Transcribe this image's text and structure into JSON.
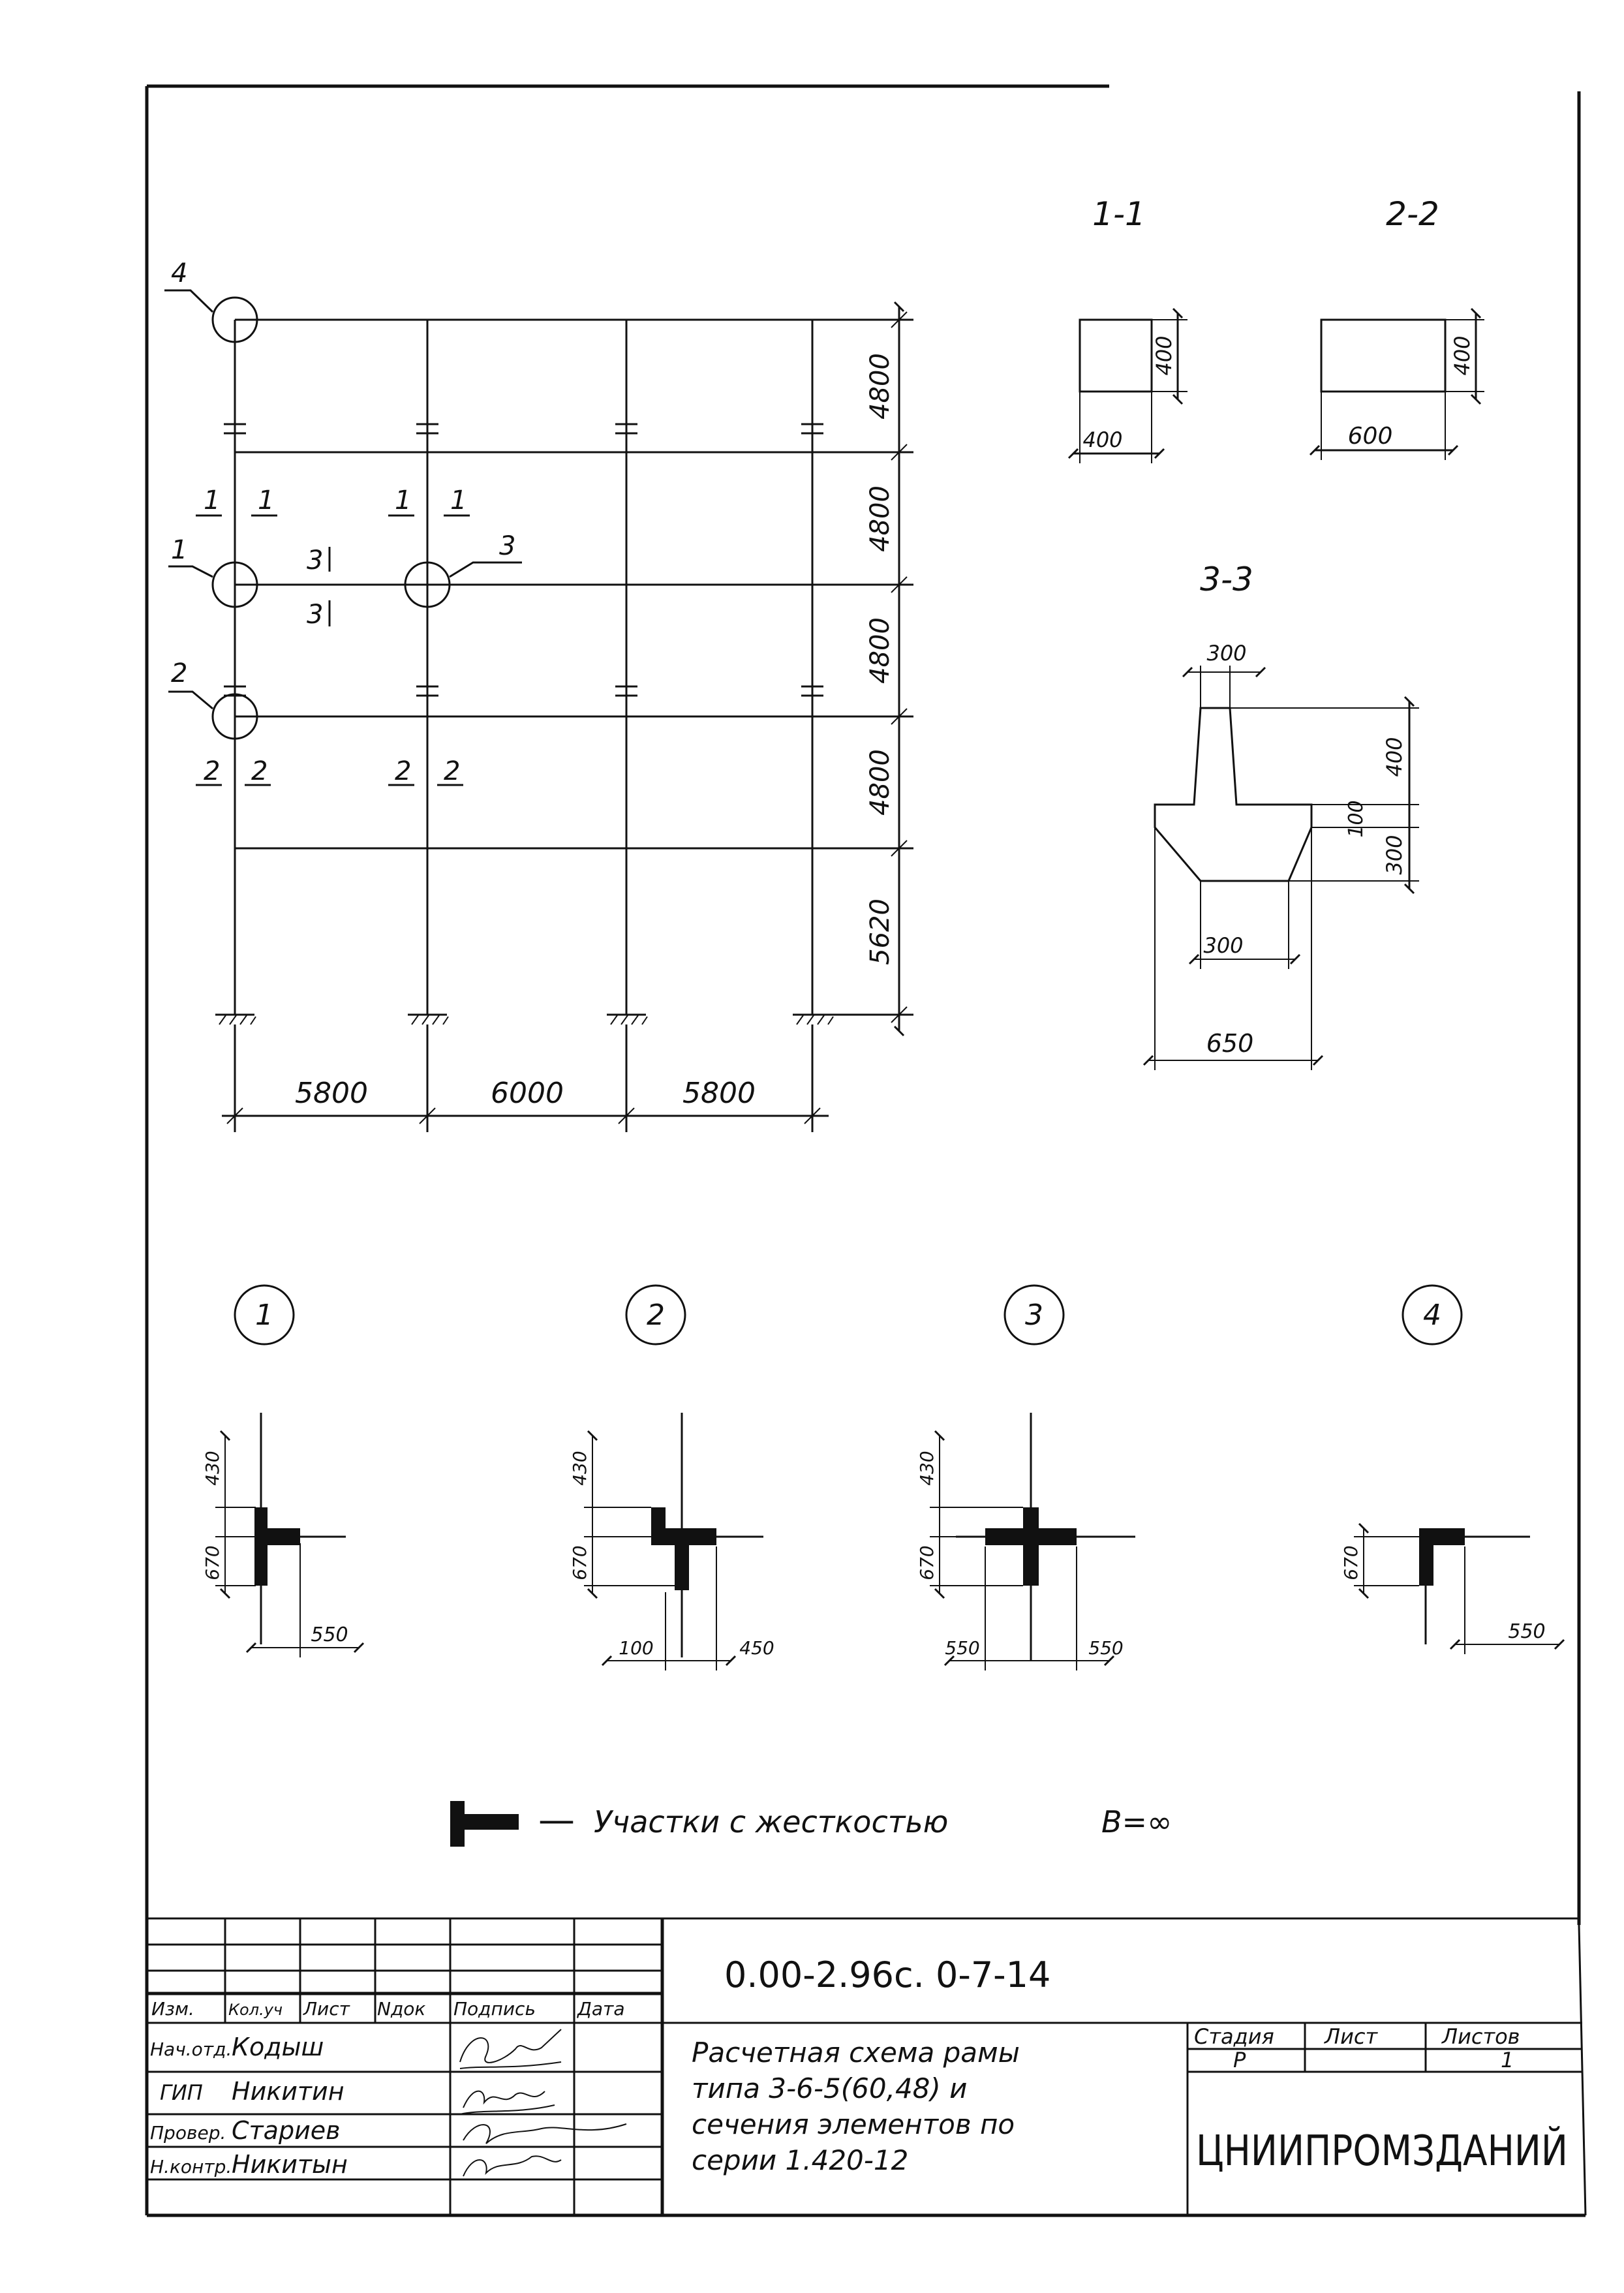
{
  "frame": {
    "nodes": [
      "1",
      "2",
      "3",
      "4"
    ],
    "section_marks": [
      "1",
      "2",
      "3"
    ],
    "story_heights": [
      "4800",
      "4800",
      "4800",
      "4800",
      "5620"
    ],
    "bays": [
      "5800",
      "6000",
      "5800"
    ]
  },
  "sections": {
    "s11": {
      "title": "1-1",
      "height": "400",
      "width": "400"
    },
    "s22": {
      "title": "2-2",
      "height": "400",
      "width": "600"
    },
    "s33": {
      "title": "3-3",
      "top_width": "300",
      "h_top": "400",
      "h_mid": "100",
      "h_bottom": "300",
      "bottom_width": "300",
      "total_width": "650"
    }
  },
  "node_details": [
    {
      "num": "1",
      "dims": [
        "430",
        "670",
        "550"
      ]
    },
    {
      "num": "2",
      "dims": [
        "430",
        "670",
        "100",
        "450"
      ]
    },
    {
      "num": "3",
      "dims": [
        "430",
        "670",
        "550",
        "550"
      ]
    },
    {
      "num": "4",
      "dims": [
        "670",
        "550"
      ]
    }
  ],
  "legend": {
    "dash": "—",
    "text": "Участки с жесткостью",
    "formula": "B=∞"
  },
  "title_block": {
    "doc_code": "0.00-2.96с. 0-7-14",
    "headers": [
      "Изм.",
      "Кол.уч",
      "Лист",
      "Nдок",
      "Подпись",
      "Дата"
    ],
    "roles": [
      {
        "role": "Нач.отд.",
        "name": "Кодыш"
      },
      {
        "role": "ГИП",
        "name": "Никитин"
      },
      {
        "role": "Провер.",
        "name": "Стариев"
      },
      {
        "role": "Н.контр.",
        "name": "Никитын"
      }
    ],
    "description": [
      "Расчетная схема рамы",
      "типа 3-6-5(60,48) и",
      "сечения элементов по",
      "серии 1.420-12"
    ],
    "stage_label": "Стадия",
    "sheet_label": "Лист",
    "sheets_label": "Листов",
    "stage": "Р",
    "sheets": "1",
    "org": "ЦНИИПРОМЗДАНИЙ"
  }
}
